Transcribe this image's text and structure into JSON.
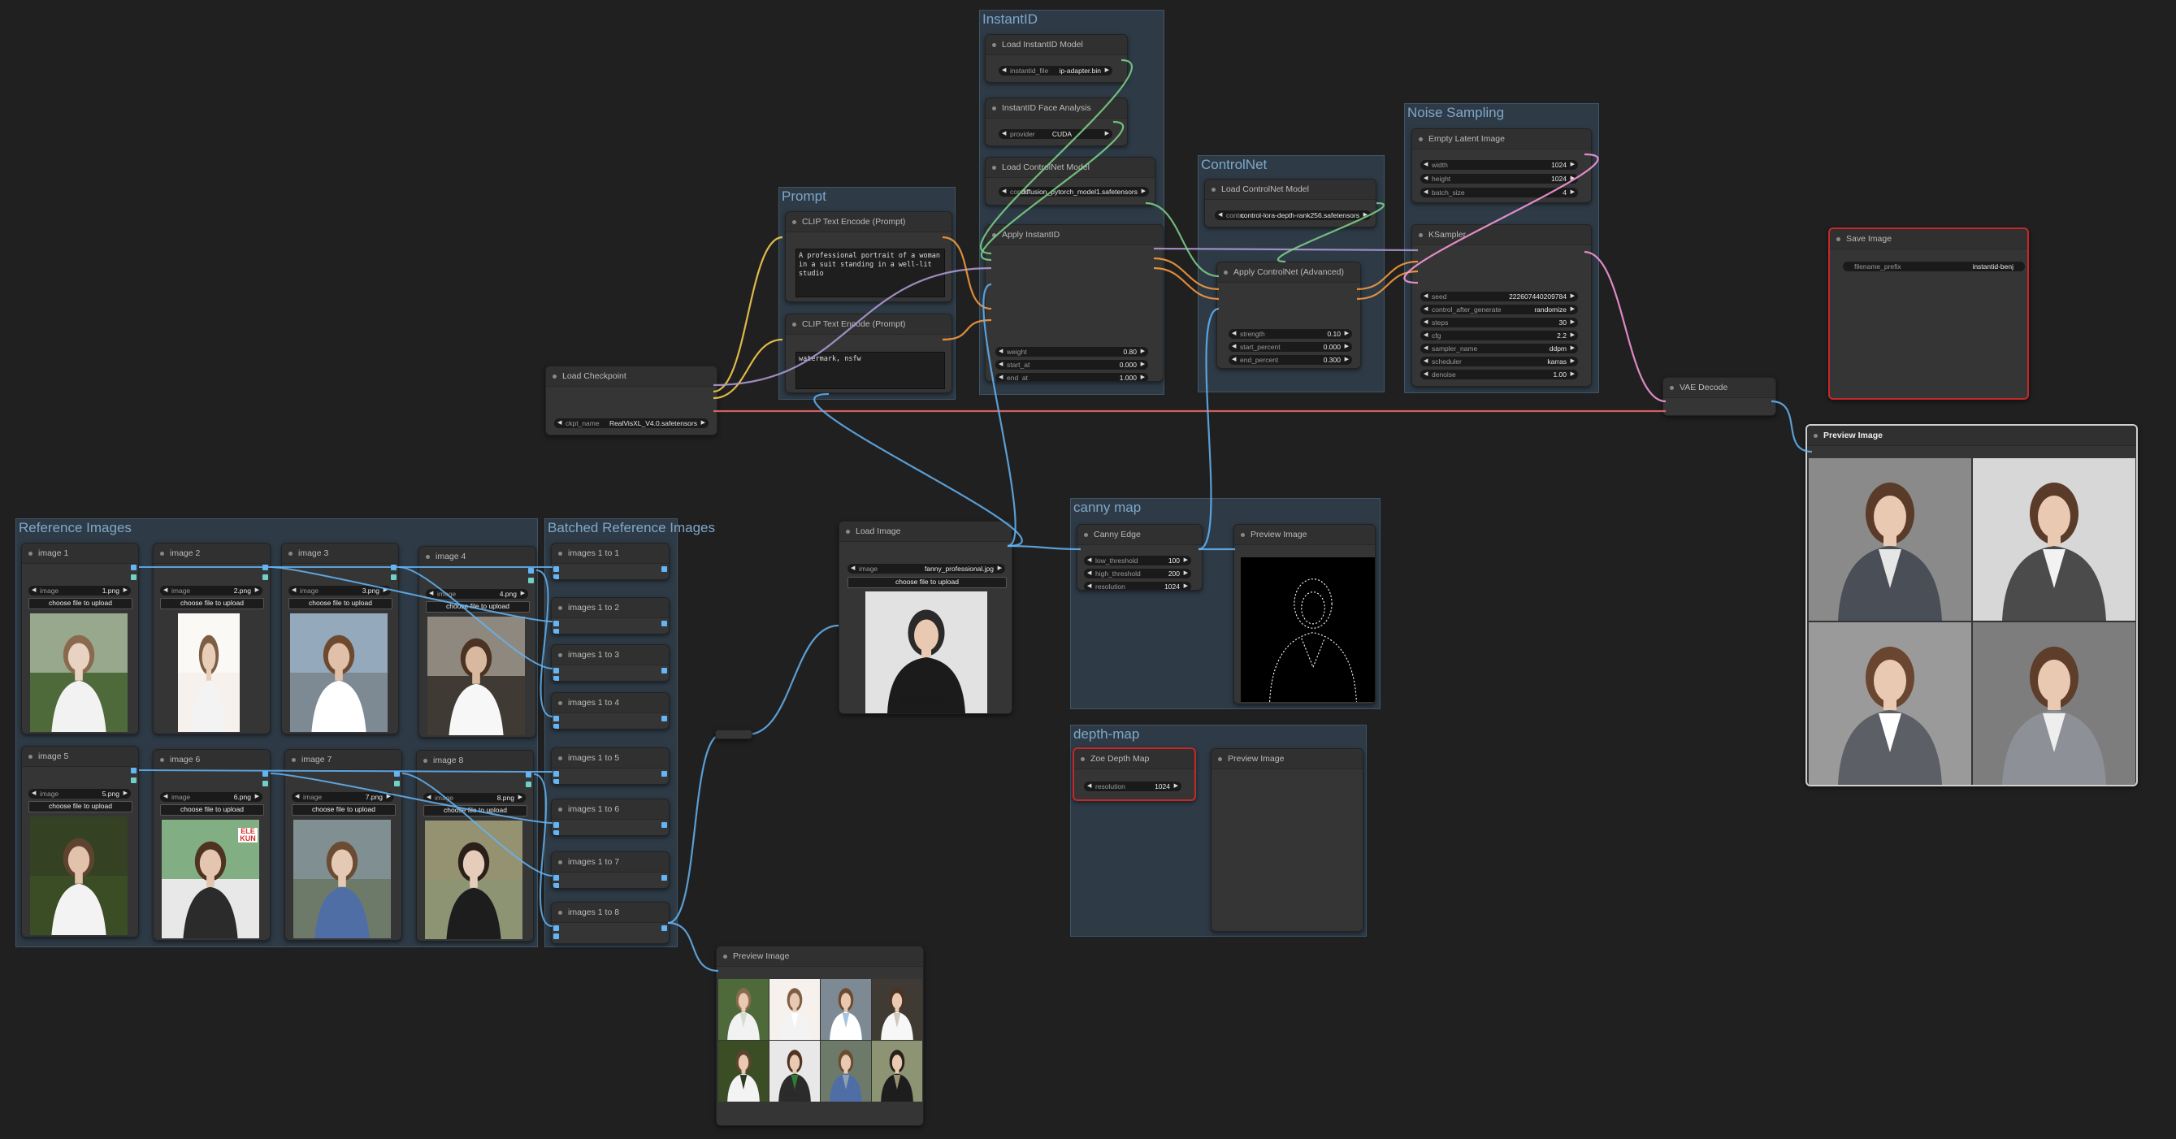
{
  "groups": {
    "instantid": "InstantID",
    "prompt": "Prompt",
    "controlnet": "ControlNet",
    "noise_sampling": "Noise Sampling",
    "reference_images": "Reference Images",
    "batched_reference": "Batched Reference Images",
    "canny_map": "canny map",
    "depth_map": "depth-map"
  },
  "nodes": {
    "load_instantid_model": {
      "title": "Load InstantID Model",
      "w1_label": "instantid_file",
      "w1_value": "ip-adapter.bin"
    },
    "face_analysis": {
      "title": "InstantID Face Analysis",
      "w1_label": "provider",
      "w1_value": "CUDA"
    },
    "load_controlnet_1": {
      "title": "Load ControlNet Model",
      "w1_label": "control_net_name",
      "w1_value": "diffusion_pytorch_model1.safetensors"
    },
    "apply_instantid": {
      "title": "Apply InstantID",
      "weight_label": "weight",
      "weight": "0.80",
      "start_label": "start_at",
      "start": "0.000",
      "end_label": "end_at",
      "end": "1.000"
    },
    "clip_pos": {
      "title": "CLIP Text Encode (Prompt)",
      "text": "A professional portrait of a woman in a suit standing in a well-lit studio"
    },
    "clip_neg": {
      "title": "CLIP Text Encode (Prompt)",
      "text": "watermark, nsfw"
    },
    "load_checkpoint": {
      "title": "Load Checkpoint",
      "w1_label": "ckpt_name",
      "w1_value": "RealVisXL_V4.0.safetensors"
    },
    "load_controlnet_2": {
      "title": "Load ControlNet Model",
      "w1_label": "control_net_name",
      "w1_value": "control-lora-depth-rank256.safetensors"
    },
    "apply_controlnet_adv": {
      "title": "Apply ControlNet (Advanced)",
      "strength_label": "strength",
      "strength": "0.10",
      "start_label": "start_percent",
      "start": "0.000",
      "end_label": "end_percent",
      "end": "0.300"
    },
    "empty_latent": {
      "title": "Empty Latent Image",
      "width_label": "width",
      "width": "1024",
      "height_label": "height",
      "height": "1024",
      "batch_label": "batch_size",
      "batch": "4"
    },
    "ksampler": {
      "title": "KSampler",
      "seed_label": "seed",
      "seed": "222607440209784",
      "cag_label": "control_after_generate",
      "cag": "randomize",
      "steps_label": "steps",
      "steps": "30",
      "cfg_label": "cfg",
      "cfg": "2.2",
      "sampler_label": "sampler_name",
      "sampler": "ddpm",
      "scheduler_label": "scheduler",
      "scheduler": "karras",
      "denoise_label": "denoise",
      "denoise": "1.00"
    },
    "save_image": {
      "title": "Save Image",
      "prefix_label": "filename_prefix",
      "prefix": "instantid-benj"
    },
    "vae_decode": {
      "title": "VAE Decode"
    },
    "preview_main": {
      "title": "Preview Image"
    },
    "load_image": {
      "title": "Load Image",
      "w1_label": "image",
      "w1_value": "fanny_professional.jpg",
      "upload": "choose file to upload"
    },
    "canny_edge": {
      "title": "Canny Edge",
      "low_label": "low_threshold",
      "low": "100",
      "high_label": "high_threshold",
      "high": "200",
      "res_label": "resolution",
      "res": "1024"
    },
    "canny_preview": {
      "title": "Preview Image"
    },
    "zoe_depth": {
      "title": "Zoe Depth Map",
      "res_label": "resolution",
      "res": "1024"
    },
    "depth_preview": {
      "title": "Preview Image"
    },
    "batch_preview": {
      "title": "Preview Image"
    }
  },
  "reference_images": [
    {
      "title": "image 1",
      "label": "image",
      "file": "1.png",
      "upload": "choose file to upload"
    },
    {
      "title": "image 2",
      "label": "image",
      "file": "2.png",
      "upload": "choose file to upload"
    },
    {
      "title": "image 3",
      "label": "image",
      "file": "3.png",
      "upload": "choose file to upload"
    },
    {
      "title": "image 4",
      "label": "image",
      "file": "4.png",
      "upload": "choose file to upload"
    },
    {
      "title": "image 5",
      "label": "image",
      "file": "5.png",
      "upload": "choose file to upload"
    },
    {
      "title": "image 6",
      "label": "image",
      "file": "6.png",
      "upload": "choose file to upload"
    },
    {
      "title": "image 7",
      "label": "image",
      "file": "7.png",
      "upload": "choose file to upload"
    },
    {
      "title": "image 8",
      "label": "image",
      "file": "8.png",
      "upload": "choose file to upload"
    }
  ],
  "batch_nodes": [
    "images 1 to 1",
    "images 1 to 2",
    "images 1 to 3",
    "images 1 to 4",
    "images 1 to 5",
    "images 1 to 6",
    "images 1 to 7",
    "images 1 to 8"
  ],
  "sign_text": "ELE KUN",
  "colors": {
    "canvas": "#202020",
    "group": "#2e3b47",
    "group_title": "#7fa7c9",
    "node": "#353535",
    "model": "#b39ddb",
    "clip": "#ffd54f",
    "vae": "#ef6c6c",
    "conditioning": "#ffa040",
    "latent": "#ff9ce0",
    "image": "#64b5f6",
    "control_net": "#7fd38a",
    "selected": "#c62828"
  }
}
